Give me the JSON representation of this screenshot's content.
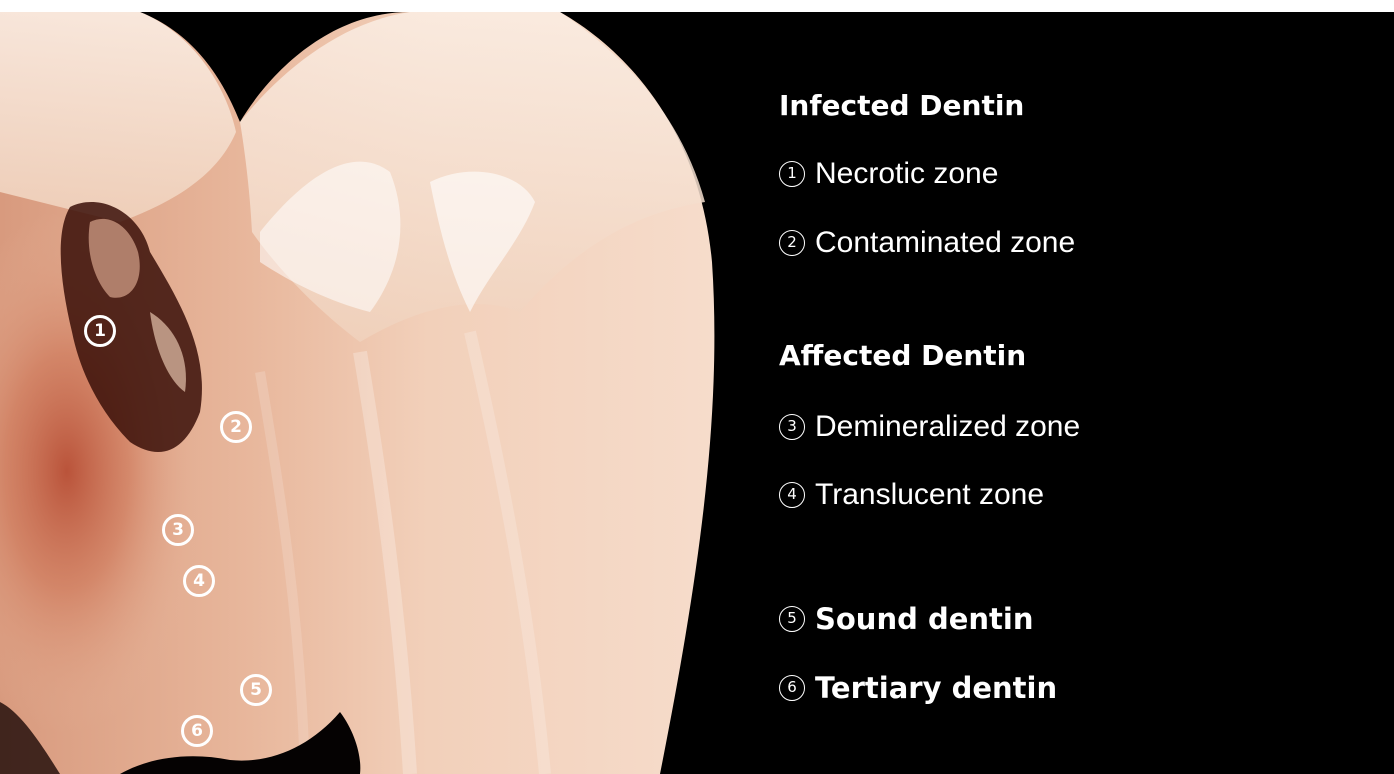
{
  "markers": [
    "1",
    "2",
    "3",
    "4",
    "5",
    "6"
  ],
  "legend": {
    "infected": {
      "heading": "Infected Dentin",
      "items": [
        {
          "num": "1",
          "label": "Necrotic zone"
        },
        {
          "num": "2",
          "label": "Contaminated zone"
        }
      ]
    },
    "affected": {
      "heading": "Affected Dentin",
      "items": [
        {
          "num": "3",
          "label": "Demineralized zone"
        },
        {
          "num": "4",
          "label": "Translucent zone"
        }
      ]
    },
    "other": [
      {
        "num": "5",
        "label": "Sound dentin"
      },
      {
        "num": "6",
        "label": "Tertiary dentin"
      }
    ]
  },
  "colors": {
    "background": "#000000",
    "enamel": "#f3d6c0",
    "dentin": "#e9bca0",
    "caries": "#b84f36",
    "cavity": "#3a0f08",
    "text": "#ffffff"
  }
}
